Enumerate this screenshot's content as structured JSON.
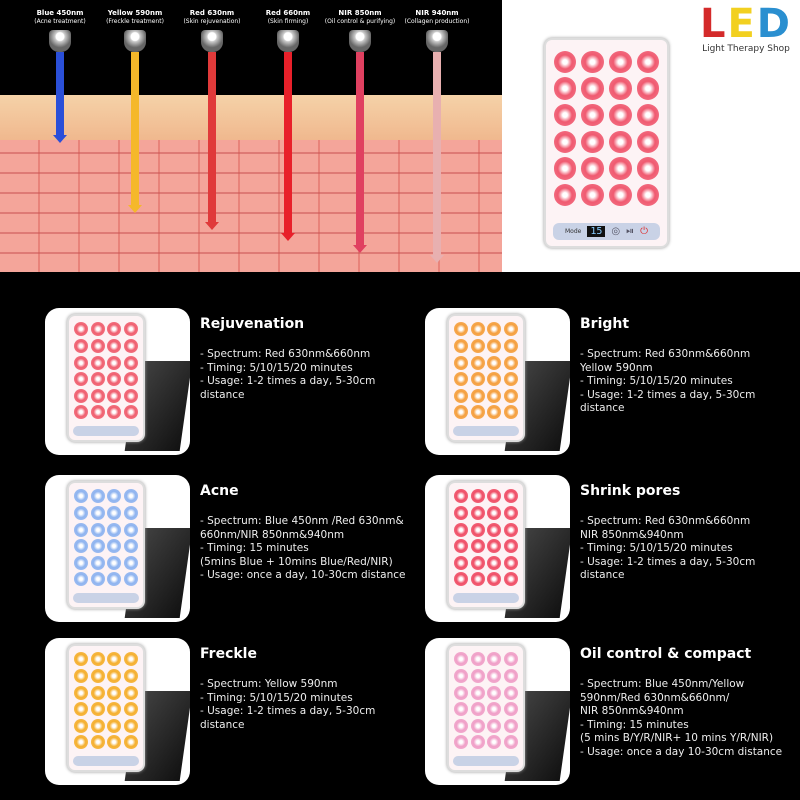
{
  "wavelengths": [
    {
      "name": "Blue 450nm",
      "use": "(Acne treatment)",
      "color": "#2a4fd8"
    },
    {
      "name": "Yellow 590nm",
      "use": "(Freckle treatment)",
      "color": "#f5b82a"
    },
    {
      "name": "Red 630nm",
      "use": "(Skin rejuvenation)",
      "color": "#e03a3a"
    },
    {
      "name": "Red 660nm",
      "use": "(Skin firming)",
      "color": "#e8202a"
    },
    {
      "name": "NIR 850nm",
      "use": "(Oil control & purifying)",
      "color": "#e04060"
    },
    {
      "name": "NIR 940nm",
      "use": "(Collagen production)",
      "color": "#e8b0b0"
    }
  ],
  "logo": {
    "letters": [
      "L",
      "E",
      "D"
    ],
    "colors": [
      "#d42a2a",
      "#f2d020",
      "#2a8fd0"
    ],
    "subtitle": "Light Therapy Shop"
  },
  "device": {
    "timer": "15",
    "mode_label": "Mode"
  },
  "modes": [
    {
      "title": "Rejuvenation",
      "details": "- Spectrum: Red 630nm&660nm\n- Timing: 5/10/15/20 minutes\n- Usage: 1-2 times a day, 5-30cm\n  distance",
      "led_color": "#f06070"
    },
    {
      "title": "Bright",
      "details": "- Spectrum: Red 630nm&660nm\n  Yellow 590nm\n- Timing: 5/10/15/20 minutes\n- Usage: 1-2 times a day, 5-30cm\n  distance",
      "led_color": "#f5a040"
    },
    {
      "title": "Acne",
      "details": "- Spectrum: Blue 450nm /Red 630nm&\n  660nm/NIR 850nm&940nm\n- Timing: 15 minutes\n  (5mins Blue + 10mins Blue/Red/NIR)\n- Usage: once a day, 10-30cm distance",
      "led_color": "#8fb4f0"
    },
    {
      "title": "Shrink pores",
      "details": "- Spectrum: Red 630nm&660nm\n  NIR 850nm&940nm\n- Timing: 5/10/15/20 minutes\n- Usage: 1-2 times a day, 5-30cm\n  distance",
      "led_color": "#f05068"
    },
    {
      "title": "Freckle",
      "details": "- Spectrum: Yellow 590nm\n- Timing: 5/10/15/20 minutes\n- Usage: 1-2 times a day, 5-30cm\n  distance",
      "led_color": "#f5b030"
    },
    {
      "title": "Oil control & compact",
      "details": "- Spectrum: Blue 450nm/Yellow\n  590nm/Red 630nm&660nm/\n  NIR 850nm&940nm\n- Timing: 15 minutes\n  (5 mins B/Y/R/NIR+ 10 mins Y/R/NIR)\n- Usage: once a day 10-30cm distance",
      "led_color": "#f0a0c8"
    }
  ]
}
